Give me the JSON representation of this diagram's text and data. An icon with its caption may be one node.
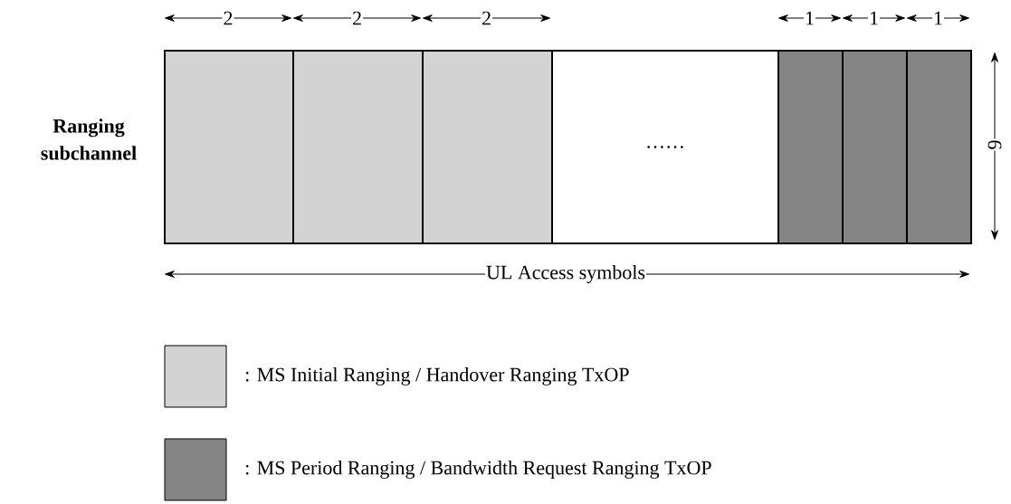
{
  "diagram": {
    "nodes": [
      {
        "text": [],
        "shape": "box"
      },
      {
        "text": [],
        "shape": "box"
      },
      {
        "text": [],
        "shape": "box"
      },
      {
        "text": [
          "……"
        ]
      },
      {
        "text": [],
        "shape": "box"
      },
      {
        "text": [],
        "shape": "box"
      },
      {
        "text": [],
        "shape": "box"
      }
    ],
    "edges": [],
    "labels": [
      "2",
      "2",
      "2",
      "1",
      "1",
      "1",
      "Ranging subchannel",
      "9",
      "UL Access symbols"
    ],
    "legend": [
      {
        "text": ": MS Initial Ranging / Handover Ranging  TxOP",
        "color": "#d3d3d3"
      },
      {
        "text": ": MS Period Ranging  / Bandwidth Request Ranging  TxOP",
        "color": "#858585"
      }
    ]
  }
}
